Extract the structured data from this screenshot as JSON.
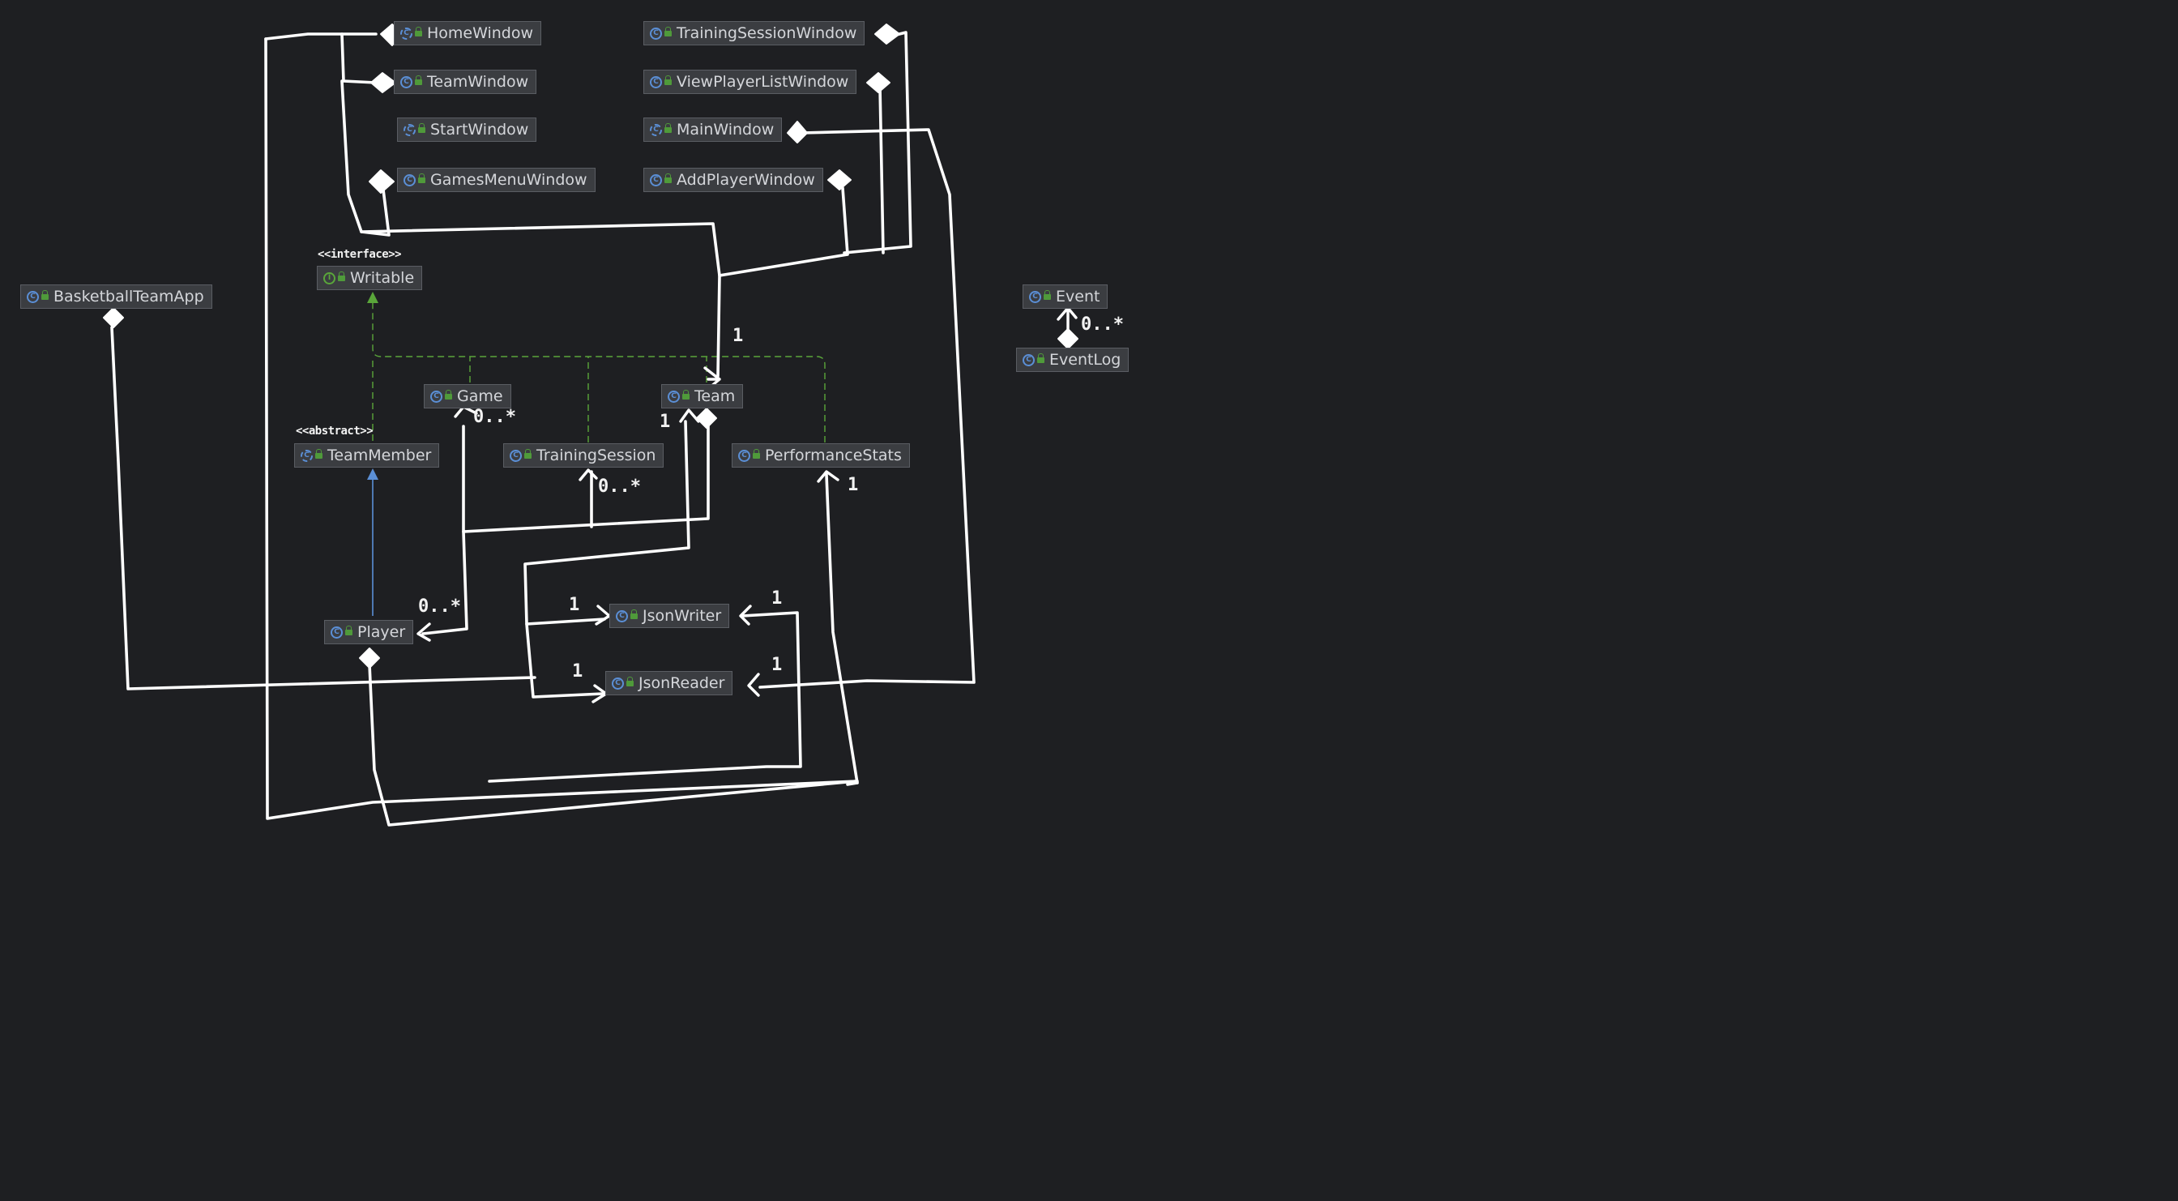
{
  "colors": {
    "background": "#1e1f22",
    "node_fill": "#3b3d41",
    "node_border": "#5a5d63",
    "text": "#d4d6da",
    "ink": "#ffffff",
    "class_icon": "#5b8fd6",
    "interface_icon": "#5aa63a",
    "implements_dashed": "#5aa63a",
    "extends_arrow": "#5b8fd6"
  },
  "nodes": {
    "home_window": {
      "label": "HomeWindow",
      "kind": "class",
      "icon": "class-icon"
    },
    "team_window": {
      "label": "TeamWindow",
      "kind": "class",
      "icon": "class-icon"
    },
    "start_window": {
      "label": "StartWindow",
      "kind": "class",
      "icon": "class-icon"
    },
    "games_menu_window": {
      "label": "GamesMenuWindow",
      "kind": "class",
      "icon": "class-icon"
    },
    "training_session_window": {
      "label": "TrainingSessionWindow",
      "kind": "class",
      "icon": "class-icon"
    },
    "view_player_list_window": {
      "label": "ViewPlayerListWindow",
      "kind": "class",
      "icon": "class-icon"
    },
    "main_window": {
      "label": "MainWindow",
      "kind": "class",
      "icon": "class-icon"
    },
    "add_player_window": {
      "label": "AddPlayerWindow",
      "kind": "class",
      "icon": "class-icon"
    },
    "basketball_team_app": {
      "label": "BasketballTeamApp",
      "kind": "class",
      "icon": "class-icon"
    },
    "writable": {
      "label": "Writable",
      "kind": "interface",
      "icon": "interface-icon"
    },
    "game": {
      "label": "Game",
      "kind": "class",
      "icon": "class-icon"
    },
    "team": {
      "label": "Team",
      "kind": "class",
      "icon": "class-icon"
    },
    "team_member": {
      "label": "TeamMember",
      "kind": "abstract",
      "icon": "abstract-class-icon"
    },
    "training_session": {
      "label": "TrainingSession",
      "kind": "class",
      "icon": "class-icon"
    },
    "performance_stats": {
      "label": "PerformanceStats",
      "kind": "class",
      "icon": "class-icon"
    },
    "json_writer": {
      "label": "JsonWriter",
      "kind": "class",
      "icon": "class-icon"
    },
    "json_reader": {
      "label": "JsonReader",
      "kind": "class",
      "icon": "class-icon"
    },
    "player": {
      "label": "Player",
      "kind": "class",
      "icon": "class-icon"
    },
    "event": {
      "label": "Event",
      "kind": "class",
      "icon": "class-icon"
    },
    "event_log": {
      "label": "EventLog",
      "kind": "class",
      "icon": "class-icon"
    }
  },
  "stereotypes": {
    "interface": "<<interface>>",
    "abstract": "<<abstract>>"
  },
  "multiplicities": {
    "game_many": "0..*",
    "training_many": "0..*",
    "player_many": "0..*",
    "event_many": "0..*",
    "team_one": "1",
    "team_one_left": "1",
    "perf_one": "1",
    "writer_one_left": "1",
    "writer_one_right": "1",
    "reader_one_left": "1",
    "reader_one_right": "1"
  },
  "relationships": [
    {
      "from": "TeamMember",
      "to": "Writable",
      "type": "implements"
    },
    {
      "from": "Game",
      "to": "Writable",
      "type": "implements"
    },
    {
      "from": "TrainingSession",
      "to": "Writable",
      "type": "implements"
    },
    {
      "from": "Team",
      "to": "Writable",
      "type": "implements"
    },
    {
      "from": "PerformanceStats",
      "to": "Writable",
      "type": "implements"
    },
    {
      "from": "Player",
      "to": "TeamMember",
      "type": "extends"
    },
    {
      "from": "EventLog",
      "to": "Event",
      "type": "composition",
      "multiplicity": "0..*"
    }
  ]
}
